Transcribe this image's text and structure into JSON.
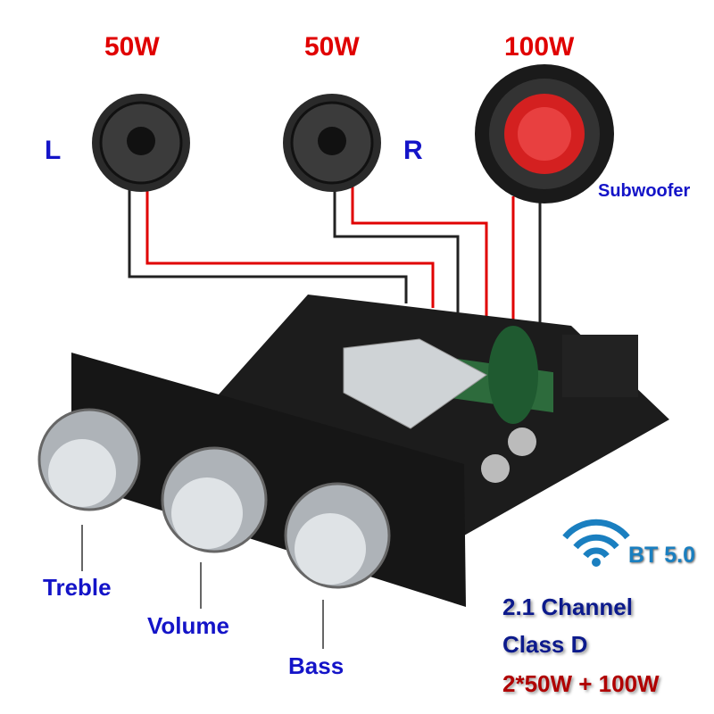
{
  "speakers": {
    "left": {
      "power": "50W",
      "channel": "L"
    },
    "right": {
      "power": "50W",
      "channel": "R"
    },
    "sub": {
      "power": "100W",
      "label": "Subwoofer"
    }
  },
  "knobs": {
    "treble": "Treble",
    "volume": "Volume",
    "bass": "Bass"
  },
  "bluetooth": {
    "icon": "wifi-signal-icon",
    "label": "BT 5.0",
    "color": "#1a7fc0"
  },
  "specs": {
    "line1": "2.1 Channel",
    "line2": "Class D",
    "line3": "2*50W + 100W",
    "colors": {
      "line1": "#0c1a8c",
      "line2": "#0c1a8c",
      "line3": "#b00000"
    }
  },
  "colors": {
    "power_labels": "#e00000",
    "channel_labels": "#1414c8",
    "wire_red": "#e00000",
    "wire_black": "#222222"
  }
}
